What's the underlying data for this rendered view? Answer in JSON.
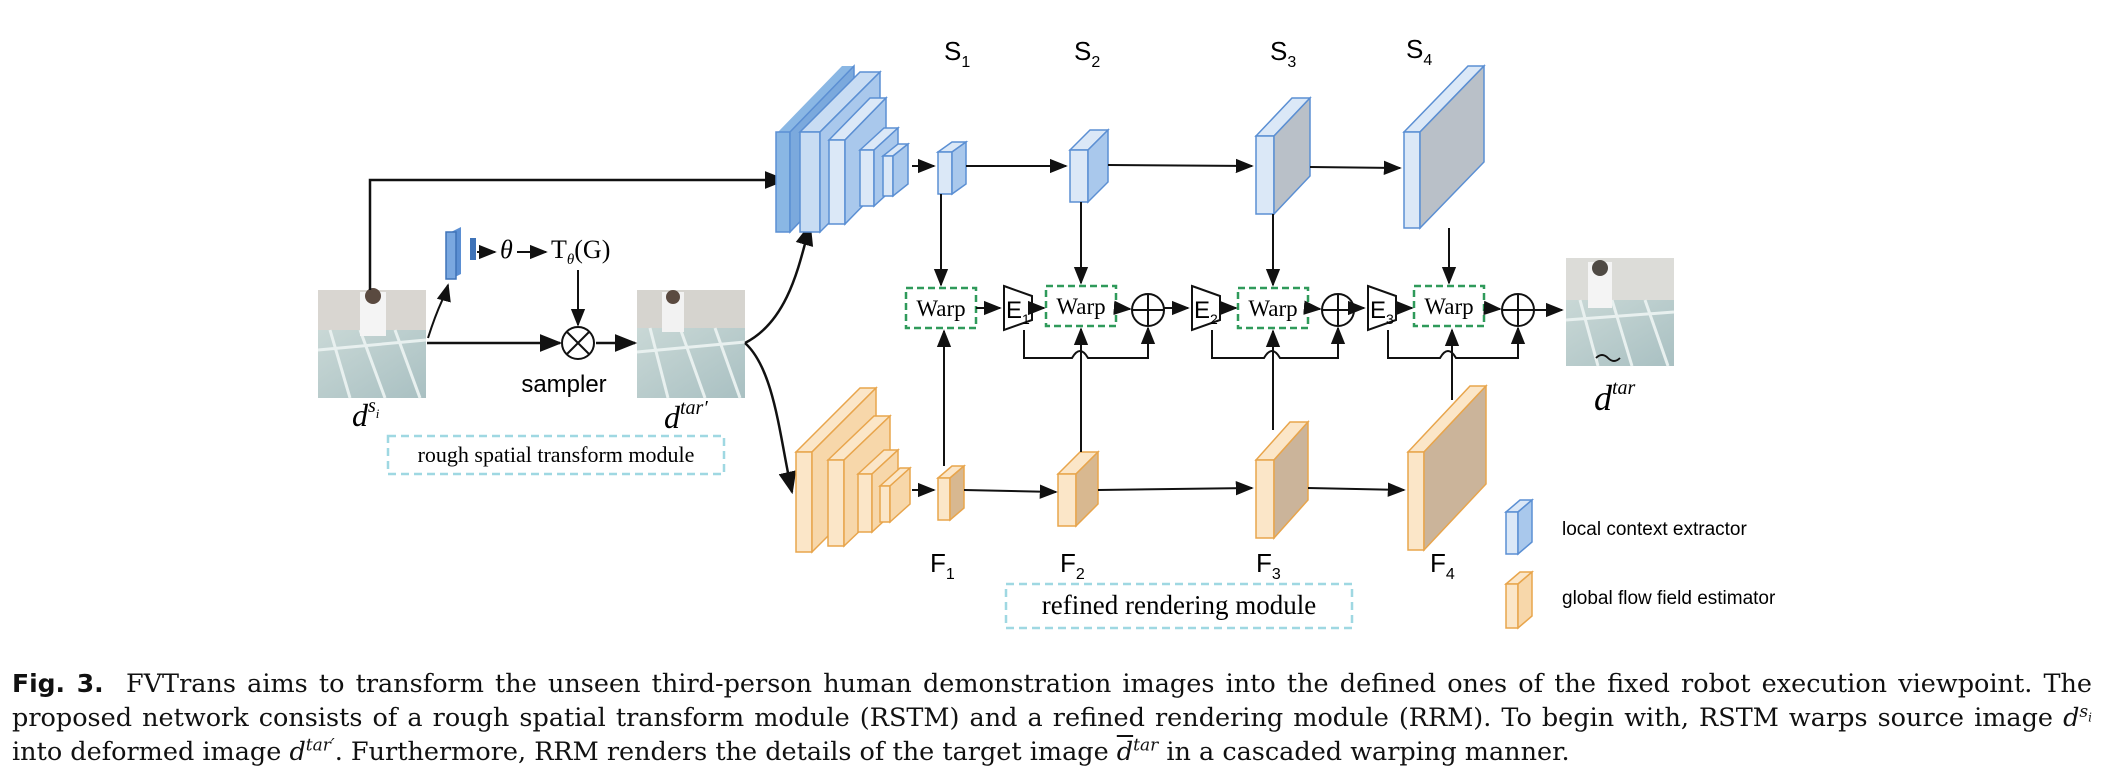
{
  "diagram": {
    "stage_labels_s": [
      "S",
      "S",
      "S",
      "S"
    ],
    "stage_subs_s": [
      "1",
      "2",
      "3",
      "4"
    ],
    "stage_labels_f": [
      "F",
      "F",
      "F",
      "F"
    ],
    "stage_subs_f": [
      "1",
      "2",
      "3",
      "4"
    ],
    "warp_labels": [
      "Warp",
      "Warp",
      "Warp",
      "Warp"
    ],
    "encoder_labels": [
      "E",
      "E",
      "E"
    ],
    "encoder_subs": [
      "1",
      "2",
      "3"
    ],
    "theta_label": "θ",
    "transform_label": "T",
    "transform_sub": "θ",
    "transform_arg": "(G)",
    "sampler_label": "sampler",
    "source_label": "d",
    "source_sup": "s",
    "source_sup_sub": "i",
    "deformed_label": "d",
    "deformed_sup": "tar′",
    "output_label": "d",
    "output_sup": "tar",
    "rstm_label": "rough  spatial  transform  module",
    "rrm_label": "refined  rendering  module",
    "legend": [
      {
        "label": "local context extractor",
        "color": "#a9c8ec"
      },
      {
        "label": "global flow field estimator",
        "color": "#f7d7aa"
      }
    ]
  },
  "caption": {
    "fig_label": "Fig. 3.",
    "part1": "FVTrans aims to transform the unseen third-person human demonstration images into the defined ones of the fixed robot execution viewpoint. The proposed network consists of a rough spatial transform module (RSTM) and a refined rendering module (RRM). To begin with, RSTM warps source image ",
    "part1_var": "d",
    "part1_sup": "s",
    "part1_sup_sub": "i",
    "part2": " into deformed image ",
    "part2_var": "d",
    "part2_sup": "tar′",
    "part3": ". Furthermore, RRM renders the details of the target image ",
    "part3_var": "d",
    "part3_sup": "tar",
    "part4": " in a cascaded warping manner."
  },
  "colors": {
    "blue_fill": "#a9c8ec",
    "blue_stroke": "#5b8fd3",
    "orange_fill": "#f7d7aa",
    "orange_stroke": "#e8a54c",
    "green_dash": "#2f9a5a",
    "cyan_dash": "#9fd8e2"
  }
}
